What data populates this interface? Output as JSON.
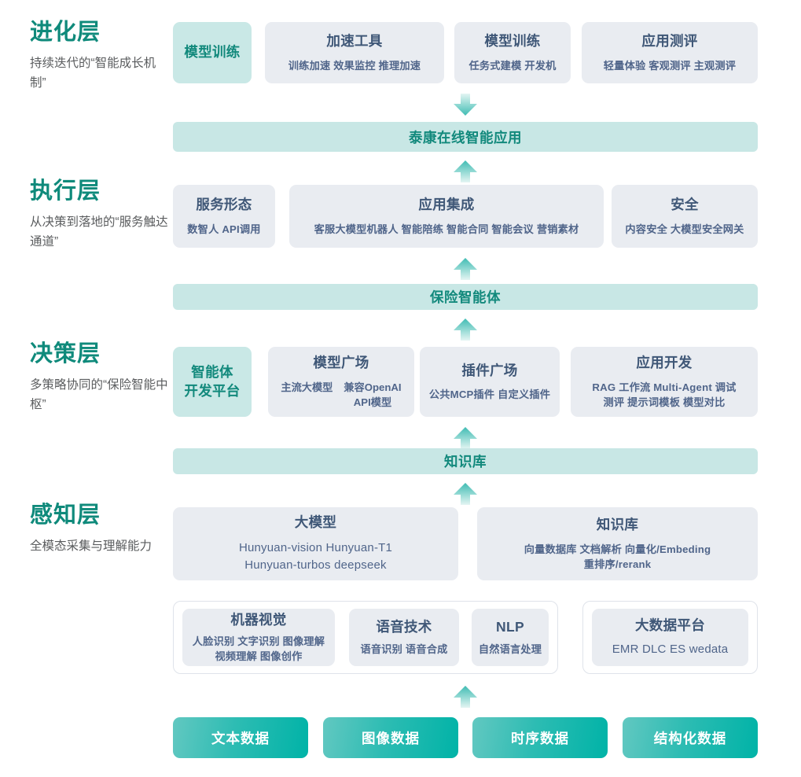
{
  "layers": [
    {
      "id": "evolution",
      "title": "进化层",
      "desc": "持续迭代的“智能成长机制”"
    },
    {
      "id": "execution",
      "title": "执行层",
      "desc": "从决策到落地的“服务触达通道”"
    },
    {
      "id": "decision",
      "title": "决策层",
      "desc": "多策略协同的“保险智能中枢”"
    },
    {
      "id": "perception",
      "title": "感知层",
      "desc": "全模态采集与理解能力"
    }
  ],
  "evolution_cards": [
    {
      "title": "模型训练",
      "sub": "",
      "accent": true
    },
    {
      "title": "加速工具",
      "sub": "训练加速 效果监控 推理加速",
      "accent": false
    },
    {
      "title": "模型训练",
      "sub": "任务式建模 开发机",
      "accent": false
    },
    {
      "title": "应用测评",
      "sub": "轻量体验 客观测评 主观测评",
      "accent": false
    }
  ],
  "execution_cards": [
    {
      "title": "服务形态",
      "sub": "数智人  API调用",
      "accent": false
    },
    {
      "title": "应用集成",
      "sub": "客服大模型机器人 智能陪练 智能合同 智能会议 营销素材",
      "accent": false
    },
    {
      "title": "安全",
      "sub": "内容安全 大模型安全网关",
      "accent": false
    }
  ],
  "decision_cards": [
    {
      "title": "智能体\n开发平台",
      "sub": "",
      "accent": true
    },
    {
      "title": "模型广场",
      "sub_left": "主流大模型",
      "sub_right": "兼容OpenAI\nAPI模型",
      "accent": false
    },
    {
      "title": "插件广场",
      "sub": "公共MCP插件 自定义插件",
      "accent": false
    },
    {
      "title": "应用开发",
      "sub": "RAG 工作流 Multi-Agent 调试\n测评 提示词模板 模型对比",
      "accent": false
    }
  ],
  "perception_top_cards": [
    {
      "title": "大模型",
      "sub": "Hunyuan-vision Hunyuan-T1\nHunyuan-turbos deepseek"
    },
    {
      "title": "知识库",
      "sub": "向量数据库 文档解析 向量化/Embeding\n重排序/rerank"
    }
  ],
  "perception_group_a": [
    {
      "title": "机器视觉",
      "sub": "人脸识别 文字识别 图像理解\n视频理解 图像创作"
    },
    {
      "title": "语音技术",
      "sub": "语音识别 语音合成"
    },
    {
      "title": "NLP",
      "sub": "自然语言处理"
    }
  ],
  "perception_group_b": [
    {
      "title": "大数据平台",
      "sub": "EMR DLC ES wedata"
    }
  ],
  "banners": [
    {
      "id": "app-banner",
      "label": "泰康在线智能应用"
    },
    {
      "id": "agent-banner",
      "label": "保险智能体"
    },
    {
      "id": "kb-banner",
      "label": "知识库"
    }
  ],
  "data_chips": [
    {
      "label": "文本数据"
    },
    {
      "label": "图像数据"
    },
    {
      "label": "时序数据"
    },
    {
      "label": "结构化数据"
    }
  ],
  "colors": {
    "heading_green": "#0f8a7b",
    "card_gray": "#e9ecf1",
    "card_accent": "#c9e8e6",
    "banner": "#c8e7e5",
    "card_title_text": "#3f5777",
    "card_sub_text": "#50658a",
    "chip_gradient_start": "#62c8c1",
    "chip_gradient_end": "#00b3a7",
    "arrow_teal": "#43bdb4"
  }
}
